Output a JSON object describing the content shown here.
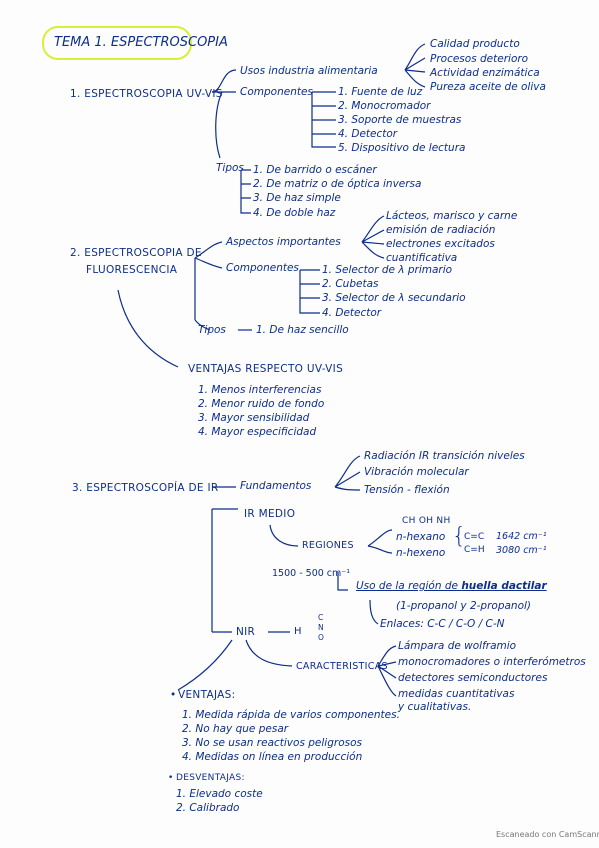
{
  "title": "TEMA 1. ESPECTROSCOPIA",
  "footer": "Escaneado con CamScanner",
  "uvvis": {
    "heading": "1. ESPECTROSCOPIA UV-VIS",
    "usos_label": "Usos industria alimentaria",
    "usos": [
      "Calidad producto",
      "Procesos deterioro",
      "Actividad enzimática",
      "Pureza aceite de oliva"
    ],
    "componentes_label": "Componentes",
    "componentes": [
      "1. Fuente de luz",
      "2. Monocromador",
      "3. Soporte de muestras",
      "4. Detector",
      "5. Dispositivo de lectura"
    ],
    "tipos_label": "Tipos",
    "tipos": [
      "1. De barrido o escáner",
      "2. De matriz o de óptica inversa",
      "3. De haz simple",
      "4. De doble haz"
    ]
  },
  "fluor": {
    "heading_line1": "2. ESPECTROSCOPIA DE",
    "heading_line2": "FLUORESCENCIA",
    "aspectos_label": "Aspectos importantes",
    "aspectos": [
      "Lácteos, marisco y carne",
      "emisión de radiación",
      "electrones excitados",
      "cuantificativa"
    ],
    "componentes_label": "Componentes",
    "componentes": [
      "1. Selector de λ primario",
      "2. Cubetas",
      "3. Selector de λ secundario",
      "4. Detector"
    ],
    "tipos_label": "Tipos",
    "tipos_text": "1. De haz sencillo",
    "ventajas_title": "VENTAJAS RESPECTO UV-VIS",
    "ventajas": [
      "1. Menos interferencias",
      "2. Menor ruido de fondo",
      "3. Mayor sensibilidad",
      "4. Mayor especificidad"
    ]
  },
  "ir": {
    "heading": "3. ESPECTROSCOPÍA DE IR",
    "fundamentos_label": "Fundamentos",
    "fundamentos": [
      "Radiación IR transición niveles",
      "Vibración molecular",
      "Tensión - flexión"
    ],
    "ir_medio_label": "IR MEDIO",
    "regiones_label": "REGIONES",
    "ch_oh_nh": "CH OH NH",
    "n_hexano": "n-hexano",
    "n_hexeno": "n-hexeno",
    "cc": "C=C",
    "ch": "C=H",
    "wn1": "1642 cm⁻¹",
    "wn2": "3080 cm⁻¹",
    "range": "1500 - 500 cm⁻¹",
    "uso_huella_prefix": "Uso de la región de ",
    "uso_huella_em": "huella dactilar",
    "propanol": "(1-propanol y 2-propanol)",
    "enlaces": "Enlaces: C-C / C-O / C-N",
    "nir_label": "NIR",
    "h_label": "H",
    "h_atoms": [
      "C",
      "N",
      "O"
    ],
    "caract_label": "CARACTERISTICAS",
    "caracteristicas": [
      "Lámpara de wolframio",
      "monocromadores o interferómetros",
      "detectores semiconductores",
      "medidas cuantitativas",
      "y cualitativas."
    ],
    "ventajas_title": "VENTAJAS:",
    "ventajas": [
      "1. Medida rápida de varios componentes.",
      "2. No hay que pesar",
      "3. No se usan reactivos peligrosos",
      "4. Medidas on línea en producción"
    ],
    "desventajas_title": "DESVENTAJAS:",
    "desventajas": [
      "1. Elevado coste",
      "2. Calibrado"
    ]
  },
  "colors": {
    "ink": "#0d2e8a",
    "highlight": "#d8ef3a",
    "paper": "#fdfdfd"
  }
}
